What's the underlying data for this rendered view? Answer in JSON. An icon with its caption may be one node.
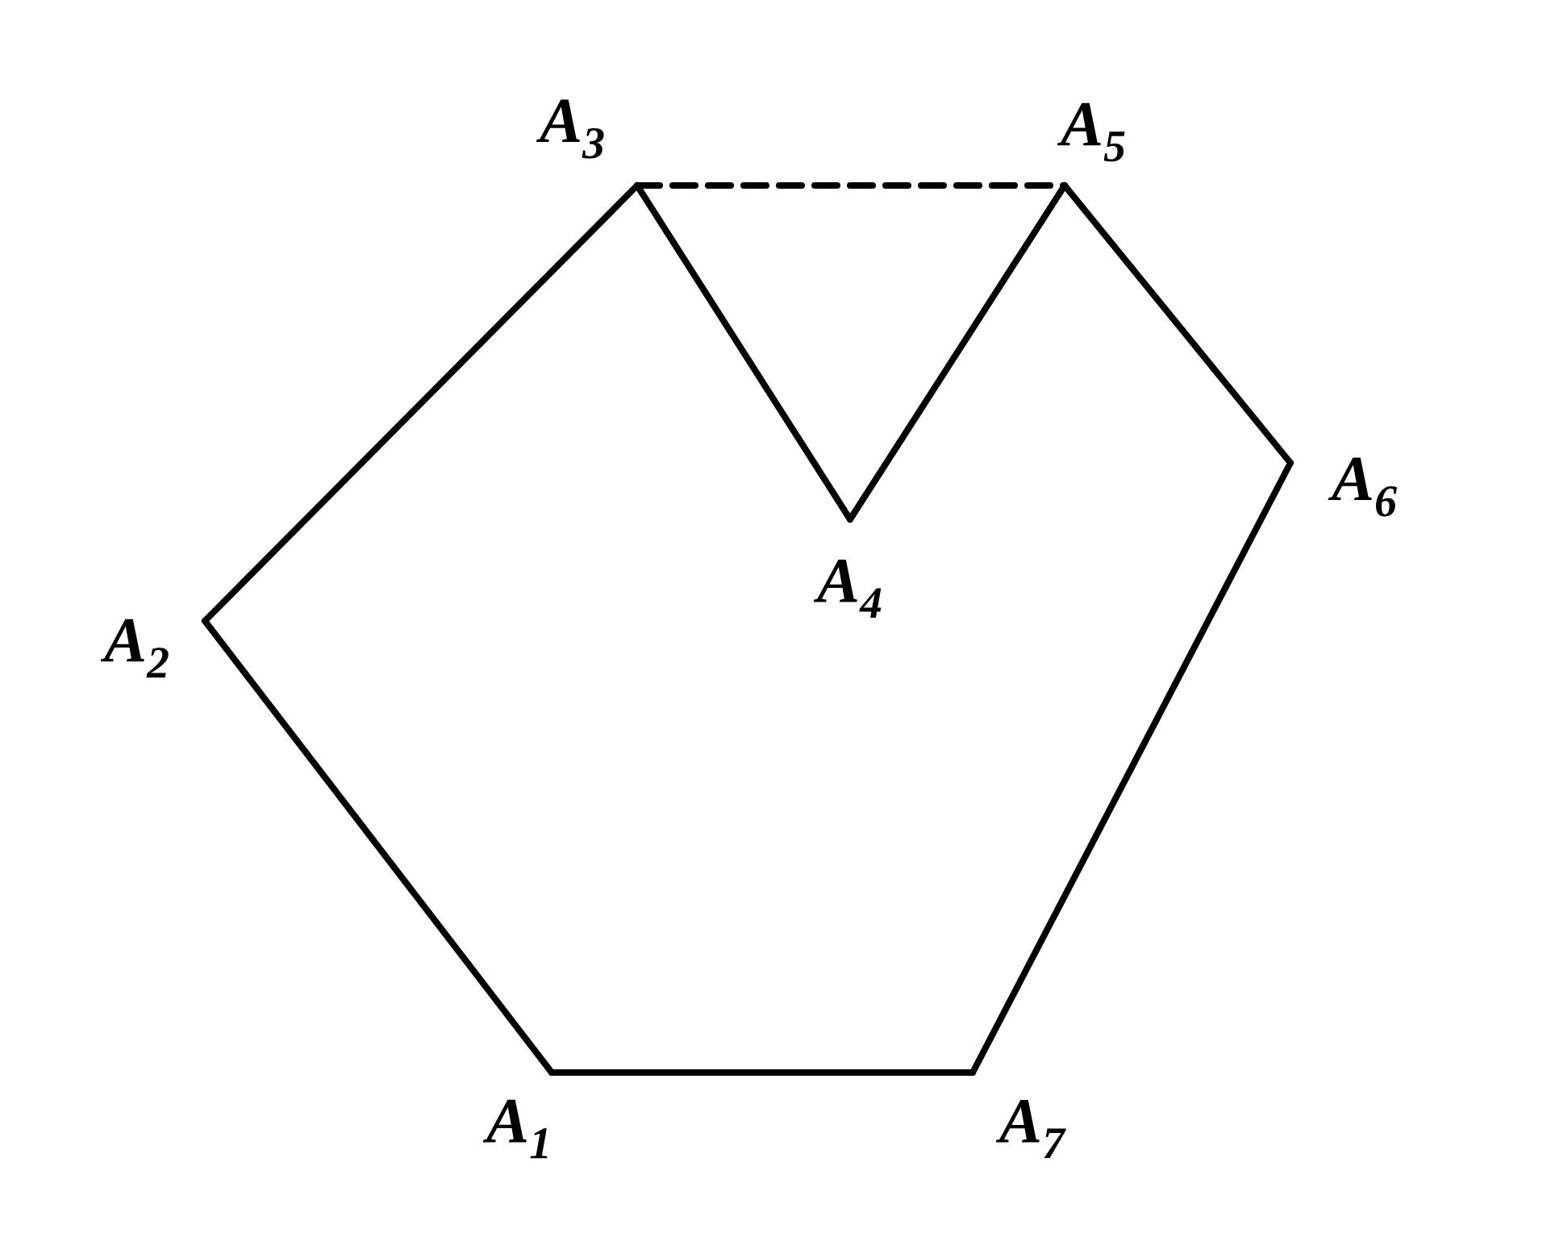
{
  "diagram": {
    "nodes": [
      {
        "text": [
          "A$_{1}$"
        ]
      },
      {
        "text": [
          "A$_{2}$"
        ]
      },
      {
        "text": [
          "A$_{3}$"
        ]
      },
      {
        "text": [
          "A$_{4}$"
        ]
      },
      {
        "text": [
          "A$_{5}$"
        ]
      },
      {
        "text": [
          "A$_{6}$"
        ]
      },
      {
        "text": [
          "A$_{7}$"
        ]
      }
    ],
    "edges": [
      {
        "from": 0,
        "to": 1,
        "arrow": "none"
      },
      {
        "from": 1,
        "to": 2,
        "arrow": "none"
      },
      {
        "from": 2,
        "to": 3,
        "arrow": "none"
      },
      {
        "from": 3,
        "to": 4,
        "arrow": "none"
      },
      {
        "from": 4,
        "to": 5,
        "arrow": "none"
      },
      {
        "from": 5,
        "to": 6,
        "arrow": "none"
      },
      {
        "from": 6,
        "to": 0,
        "arrow": "none"
      },
      {
        "from": 2,
        "to": 4,
        "arrow": "none",
        "style": "dashed"
      }
    ]
  }
}
